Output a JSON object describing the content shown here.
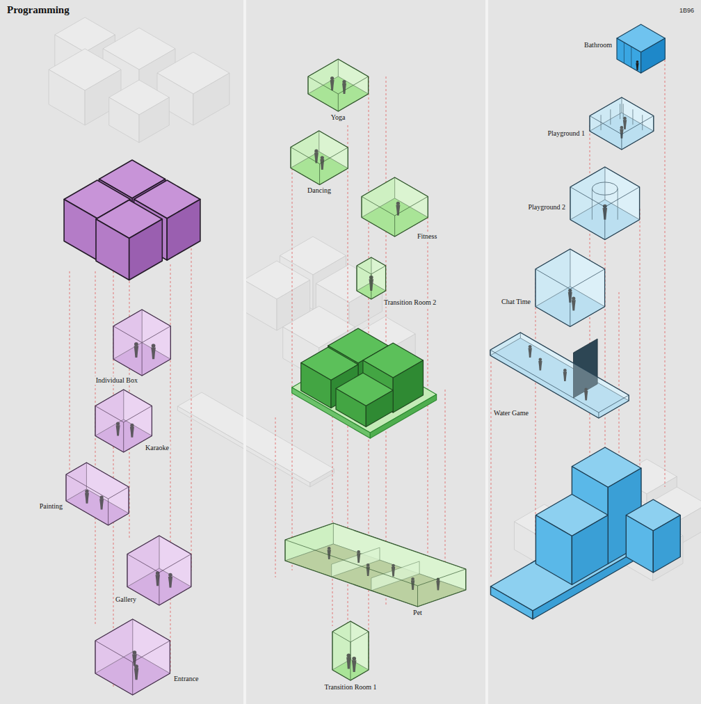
{
  "diagram": {
    "title": "Programming",
    "nodes": [
      {
        "text": [
          "Individual Box"
        ]
      },
      {
        "text": [
          "Karaoke"
        ]
      },
      {
        "text": [
          "Painting"
        ]
      },
      {
        "text": [
          "Gallery"
        ]
      },
      {
        "text": [
          "Entrance"
        ]
      },
      {
        "text": [
          "Yoga"
        ]
      },
      {
        "text": [
          "Dancing"
        ]
      },
      {
        "text": [
          "Fitness"
        ]
      },
      {
        "text": [
          "Transition Room 2"
        ]
      },
      {
        "text": [
          "Pet"
        ]
      },
      {
        "text": [
          "Transition Room 1"
        ]
      },
      {
        "text": [
          "Bathroom"
        ]
      },
      {
        "text": [
          "Playground 1"
        ]
      },
      {
        "text": [
          "Playground 2"
        ]
      },
      {
        "text": [
          "Chat Time"
        ]
      },
      {
        "text": [
          "Water Game"
        ]
      }
    ],
    "labels": [
      "1B96"
    ]
  }
}
